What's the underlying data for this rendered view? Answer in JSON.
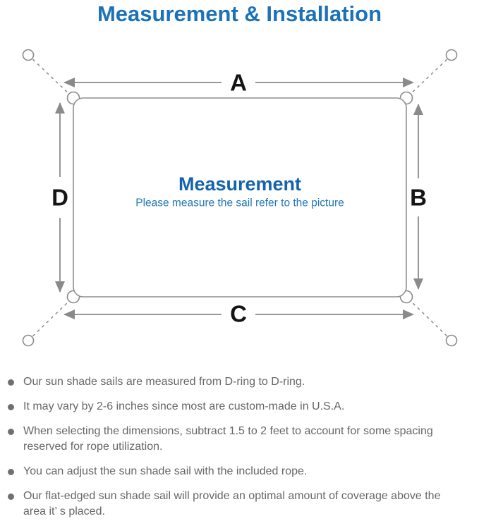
{
  "title": "Measurement & Installation",
  "diagram": {
    "labels": {
      "top": "A",
      "right": "B",
      "bottom": "C",
      "left": "D"
    },
    "center_heading": "Measurement",
    "center_subtitle": "Please measure the sail refer to the picture"
  },
  "bullets": {
    "items": [
      {
        "text": "Our sun shade sails are measured from D-ring to D-ring."
      },
      {
        "text": "It may vary by 2-6 inches since most are custom-made in U.S.A."
      },
      {
        "text": "When selecting the dimensions, subtract 1.5 to 2 feet to account for some spacing reserved for rope utilization."
      },
      {
        "text": "You can adjust the sun shade sail with the included rope."
      },
      {
        "text": "Our flat-edged sun shade sail will provide an optimal amount of coverage above the area it’ s placed."
      }
    ]
  },
  "colors": {
    "title_blue": "#1b72b8",
    "heading_blue": "#1463ab",
    "subtitle_blue": "#2277b6",
    "line_gray": "#8a8a8a",
    "label_black": "#151515",
    "bullet_text_gray": "#666666"
  }
}
